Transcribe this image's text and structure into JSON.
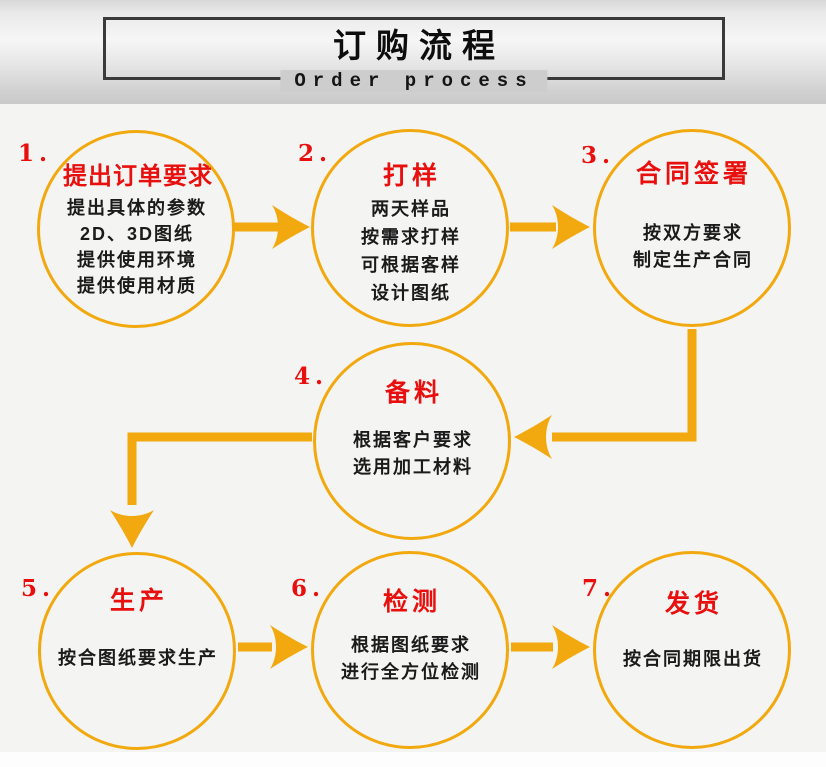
{
  "header": {
    "title": "订购流程",
    "subtitle": "Order process"
  },
  "steps": [
    {
      "num": "1.",
      "title": "提出订单要求",
      "lines": [
        "提出具体的参数",
        "2D、3D图纸",
        "提供使用环境",
        "提供使用材质"
      ]
    },
    {
      "num": "2.",
      "title": "打样",
      "lines": [
        "两天样品",
        "按需求打样",
        "可根据客样",
        "设计图纸"
      ]
    },
    {
      "num": "3.",
      "title": "合同签署",
      "lines": [
        "按双方要求",
        "制定生产合同"
      ]
    },
    {
      "num": "4.",
      "title": "备料",
      "lines": [
        "根据客户要求",
        "选用加工材料"
      ]
    },
    {
      "num": "5.",
      "title": "生产",
      "lines": [
        "按合图纸要求生产"
      ]
    },
    {
      "num": "6.",
      "title": "检测",
      "lines": [
        "根据图纸要求",
        "进行全方位检测"
      ]
    },
    {
      "num": "7.",
      "title": "发货",
      "lines": [
        "按合同期限出货"
      ]
    }
  ],
  "colors": {
    "accent": "#f2a90f",
    "step_red": "#e8100e",
    "text": "#1b1b1b",
    "header_border": "#3a3a3a"
  }
}
